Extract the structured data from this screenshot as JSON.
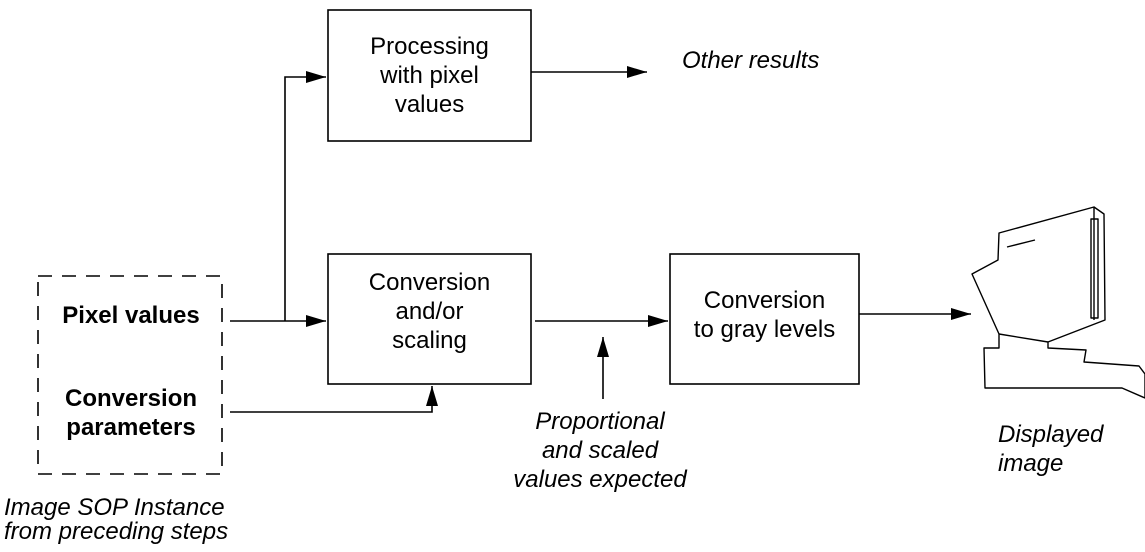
{
  "boxes": {
    "processing": [
      "Processing",
      "with pixel",
      "values"
    ],
    "conversion_scaling": [
      "Conversion",
      "and/or",
      "scaling"
    ],
    "gray_levels": [
      "Conversion",
      "to gray levels"
    ]
  },
  "inputs": {
    "pixel_values": "Pixel values",
    "conversion_parameters": [
      "Conversion",
      "parameters"
    ]
  },
  "annotations": {
    "other_results": "Other results",
    "proportional": [
      "Proportional",
      "and scaled",
      "values expected"
    ],
    "displayed_image": [
      "Displayed",
      "image"
    ],
    "image_sop": [
      "Image SOP Instance",
      "from preceding steps"
    ]
  },
  "colors": {
    "stroke": "#000000",
    "background": "#ffffff"
  },
  "icons": {
    "monitor": "computer-monitor-icon"
  }
}
